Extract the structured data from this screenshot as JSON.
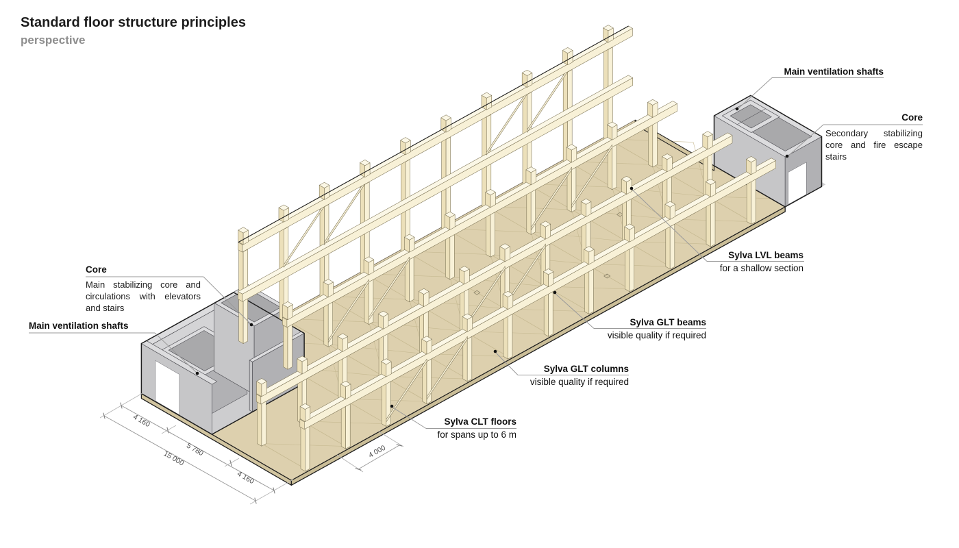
{
  "title": "Standard floor structure principles",
  "subtitle": "perspective",
  "labels": [
    {
      "id": "vent-right",
      "title": "Main ventilation shafts"
    },
    {
      "id": "core-right",
      "title": "Core",
      "desc": "Secondary stabilizing core and fire escape stairs"
    },
    {
      "id": "lvl-beams",
      "title": "Sylva LVL beams",
      "sub": "for a shallow section"
    },
    {
      "id": "glt-beams",
      "title": "Sylva GLT beams",
      "sub": "visible quality if required"
    },
    {
      "id": "glt-columns",
      "title": "Sylva GLT columns",
      "sub": "visible quality if required"
    },
    {
      "id": "clt-floors",
      "title": "Sylva CLT floors",
      "sub": "for spans up to 6 m"
    },
    {
      "id": "core-left",
      "title": "Core",
      "desc": "Main stabilizing core and circulations with elevators and stairs"
    },
    {
      "id": "vent-left",
      "title": "Main ventilation shafts"
    }
  ],
  "dimensions": {
    "cross_segments": [
      "4 160",
      "5 780",
      "4 160"
    ],
    "cross_total": "15 000",
    "bay": "4 000"
  },
  "colors": {
    "timber_light": "#f8f1d7",
    "timber_shade": "#ece0ba",
    "timber_top": "#fbf7e6",
    "floor": "#ddd0ae",
    "floor_edge": "#cbbe98",
    "floor_line": "#c6b991",
    "core_light": "#c6c6c8",
    "core_shade": "#b1b1b4",
    "core_top": "#dcdcde",
    "core_inner": "#a9a9ab",
    "core_floor": "#cdcdcf",
    "outline": "#1f1f1f",
    "leader": "#9a9a9a",
    "dim_text": "#4d4d4d"
  }
}
